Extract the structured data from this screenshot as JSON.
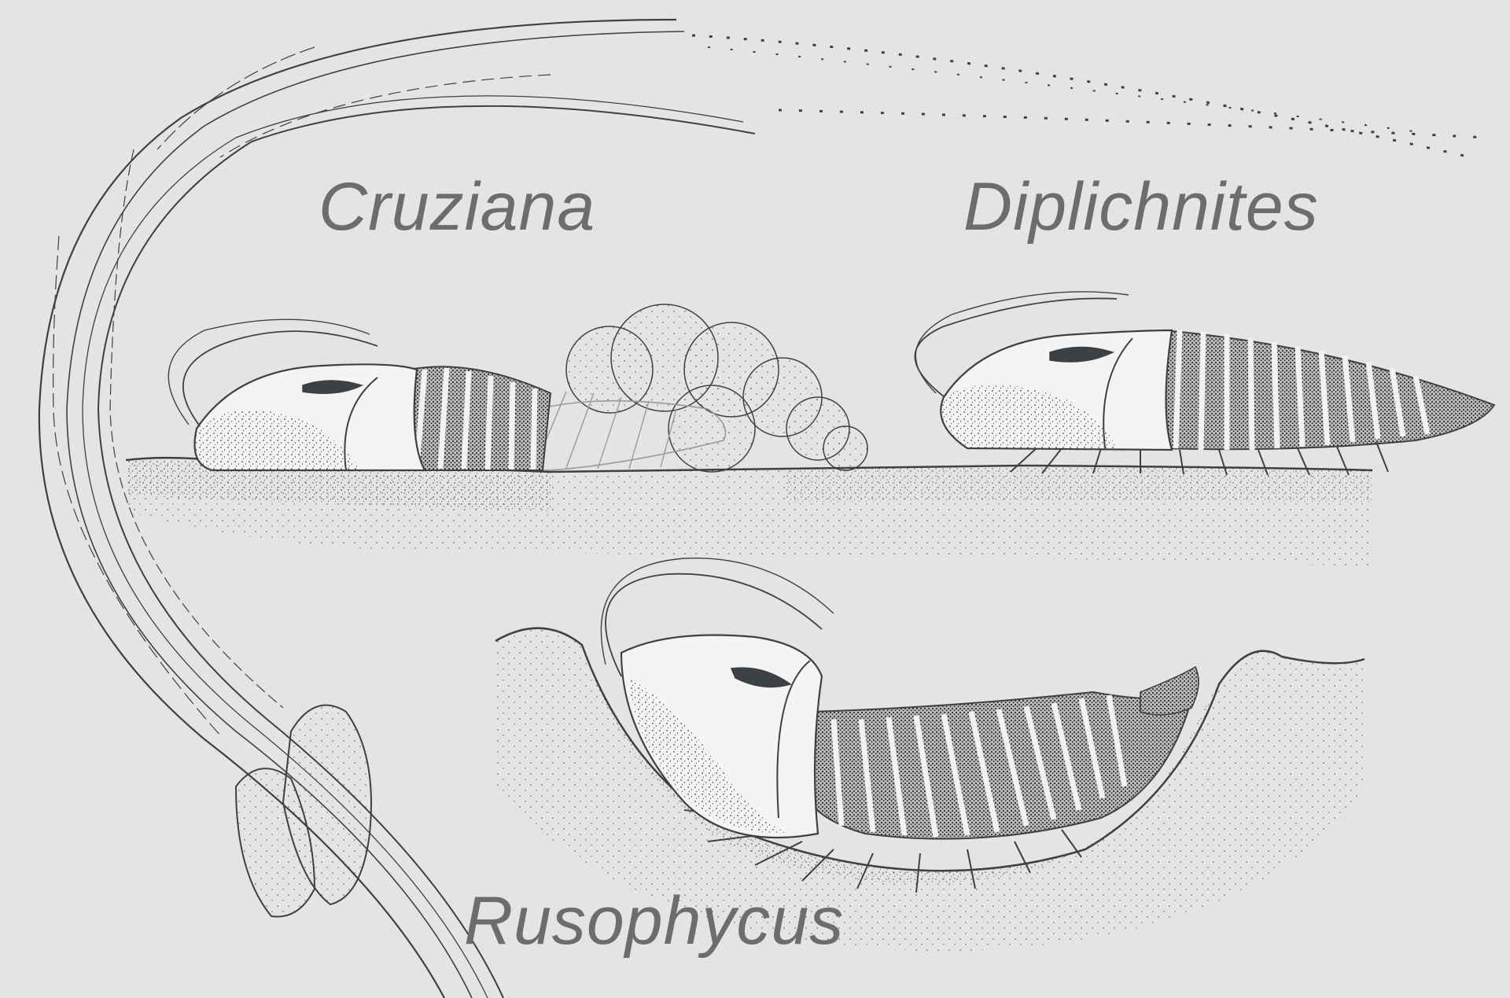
{
  "labels": {
    "cruziana": "Cruziana",
    "diplichnites": "Diplichnites",
    "rusophycus": "Rusophycus"
  },
  "colors": {
    "background": "#e4e4e4",
    "label_text": "#6b6d6f",
    "line_art": "#3d4144",
    "ghost_trilobite": "#9a9a9a",
    "dark_stipple": "#5a5a5a"
  }
}
